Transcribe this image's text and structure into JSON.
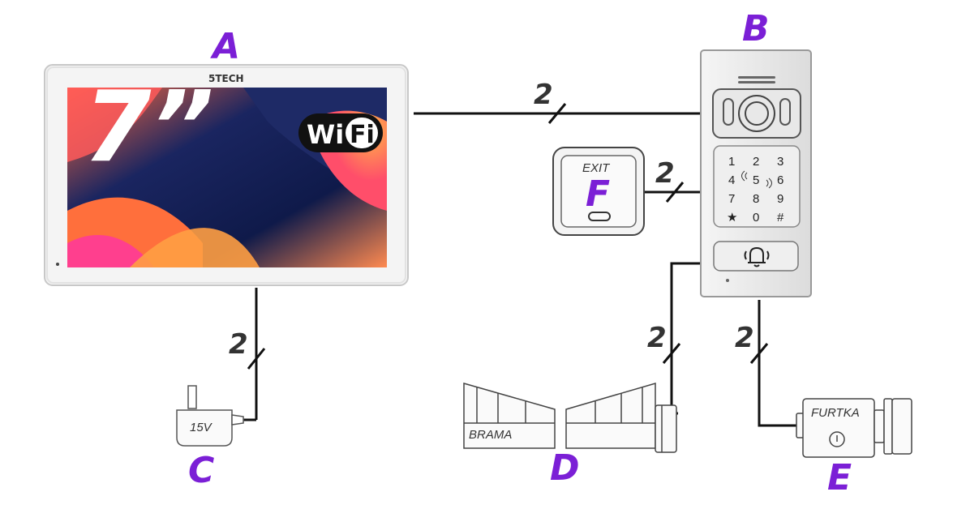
{
  "labels": {
    "a": "A",
    "b": "B",
    "c": "C",
    "d": "D",
    "e": "E",
    "f": "F"
  },
  "monitor": {
    "brand": "5TECH",
    "screen_size": "7”",
    "wifi_word_1": "Wi",
    "wifi_word_2": "Fi"
  },
  "wires": {
    "monitor_panel": "2",
    "exit_panel": "2",
    "monitor_psu": "2",
    "panel_gate": "2",
    "panel_wicket": "2"
  },
  "power_supply": {
    "voltage": "15V"
  },
  "exit_button": {
    "label": "EXIT"
  },
  "gate": {
    "label": "BRAMA"
  },
  "wicket": {
    "label": "FURTKA"
  },
  "keypad": {
    "keys": [
      "1",
      "2",
      "3",
      "4",
      "5",
      "6",
      "7",
      "8",
      "9",
      "★",
      "0",
      "#"
    ]
  }
}
